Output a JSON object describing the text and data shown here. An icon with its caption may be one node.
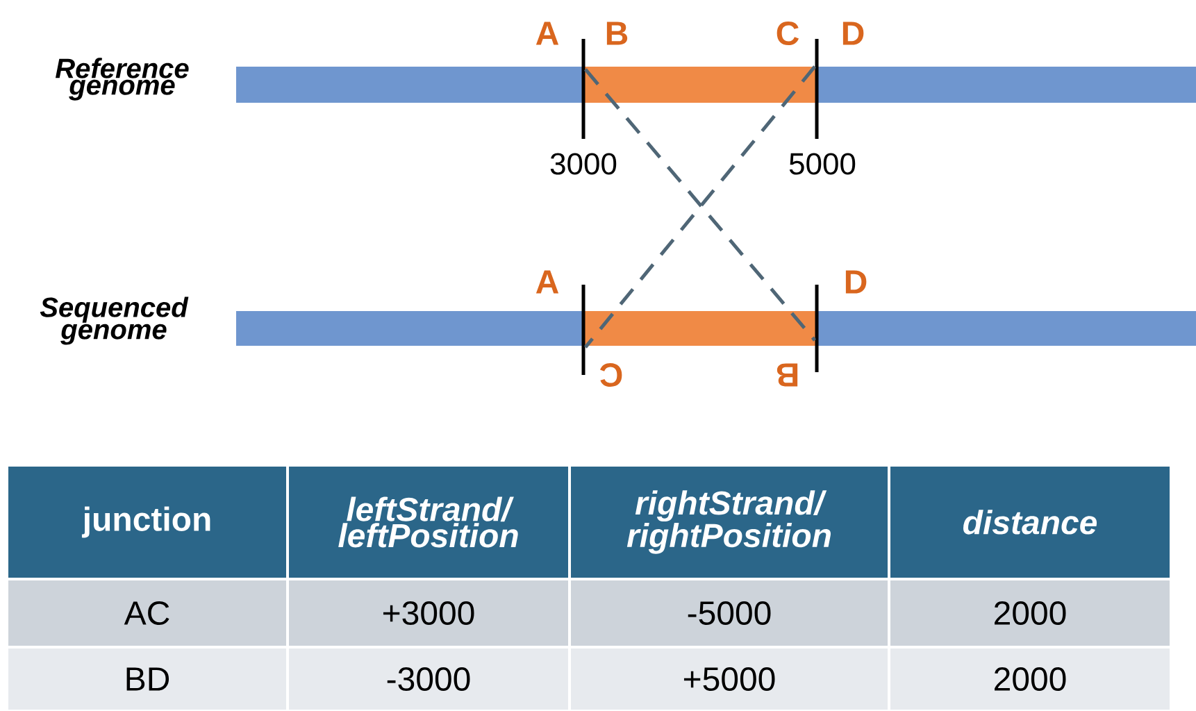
{
  "diagram": {
    "nodes": [
      {
        "text": [],
        "shape": "bar"
      },
      {
        "text": [],
        "shape": "bar"
      },
      {
        "text": [],
        "shape": "bar"
      },
      {
        "text": [],
        "shape": "bar"
      }
    ],
    "edges": [
      {
        "from": 0,
        "to": 3,
        "arrow": "none",
        "style": "dashed"
      },
      {
        "from": 1,
        "to": 2,
        "arrow": "none",
        "style": "dashed"
      }
    ],
    "labels": [
      "A",
      "B",
      "C",
      "D",
      "Reference genome",
      "3000",
      "5000",
      "A",
      "D",
      "Sequenced genome",
      "C",
      "B",
      "junction",
      "leftStrand/ leftPosition",
      "rightStrand/ rightPosition",
      "distance",
      "AC",
      "+3000",
      "-5000",
      "2000",
      "BD",
      "-3000",
      "+5000",
      "2000"
    ]
  }
}
